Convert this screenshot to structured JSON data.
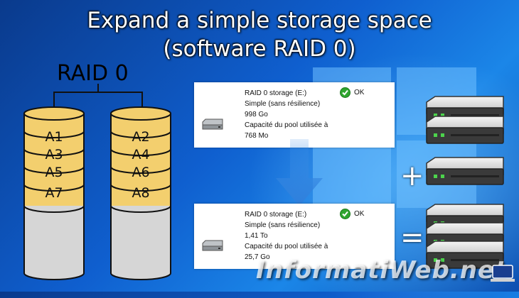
{
  "title": {
    "line1": "Expand a simple storage space",
    "line2": "(software RAID 0)"
  },
  "raid_label": "RAID 0",
  "disk_left": [
    "A1",
    "A3",
    "A5",
    "A7"
  ],
  "disk_right": [
    "A2",
    "A4",
    "A6",
    "A8"
  ],
  "card_before": {
    "name": "RAID 0 storage (E:)",
    "type": "Simple (sans résilience)",
    "size": "998 Go",
    "pool_label": "Capacité du pool utilisée à",
    "pool_value": "768 Mo",
    "status": "OK",
    "icon": "drive-icon"
  },
  "card_after": {
    "name": "RAID 0 storage (E:)",
    "type": "Simple (sans résilience)",
    "size": "1,41 To",
    "pool_label": "Capacité du pool utilisée à",
    "pool_value": "25,7 Go",
    "status": "OK",
    "icon": "drive-icon"
  },
  "plus": "+",
  "equals": "=",
  "watermark": "InformatiWeb.net",
  "colors": {
    "cylinder_fill": "#f3cf6e",
    "cylinder_empty": "#d6d6d6",
    "check": "#2fa52f",
    "arrow": "#3a8ee6"
  }
}
